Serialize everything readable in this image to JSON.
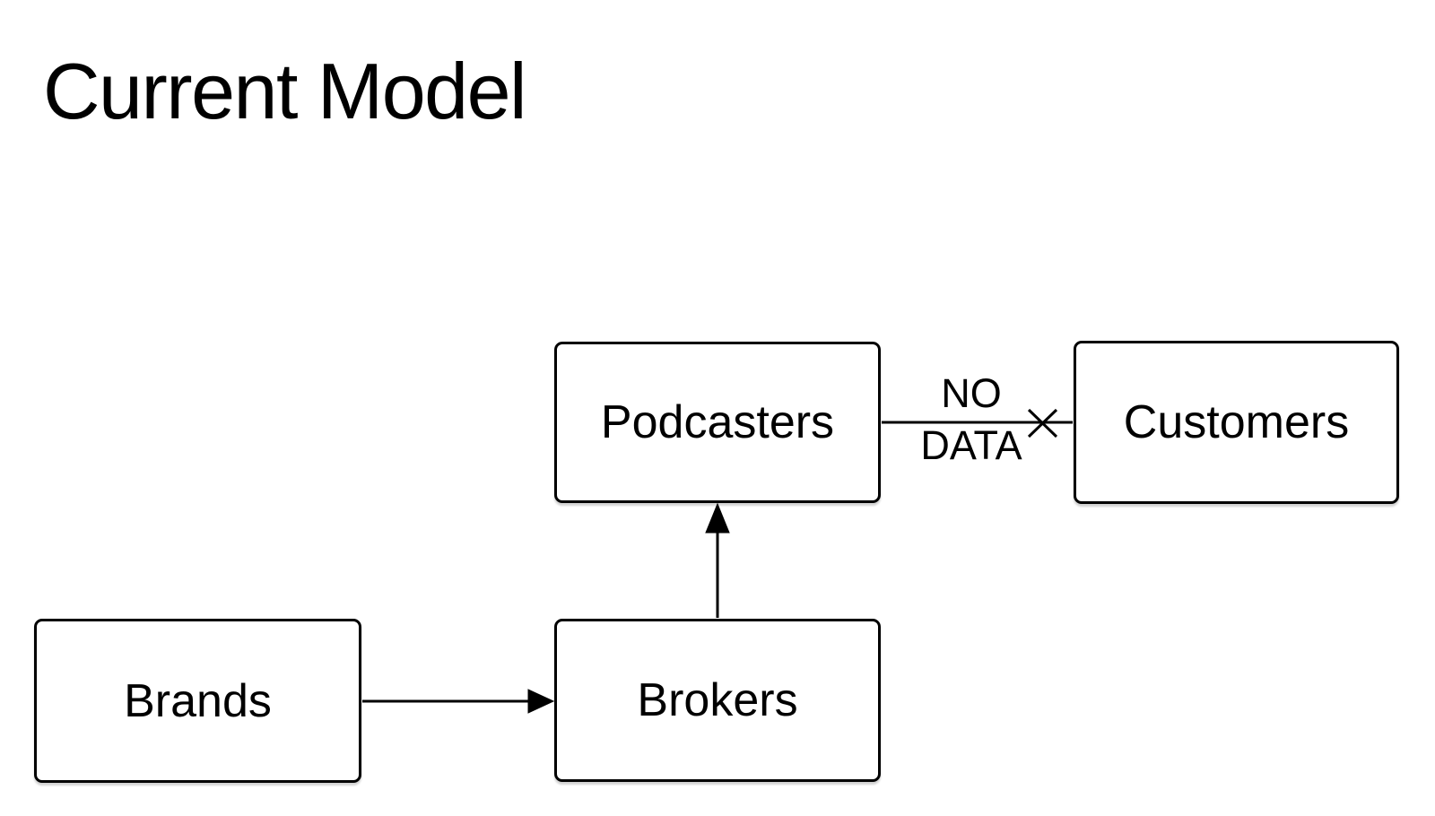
{
  "slide": {
    "title": "Current Model",
    "background_color": "#ffffff",
    "ink_color": "#000000"
  },
  "nodes": {
    "podcasters": {
      "label": "Podcasters"
    },
    "customers": {
      "label": "Customers"
    },
    "brands": {
      "label": "Brands"
    },
    "brokers": {
      "label": "Brokers"
    }
  },
  "edges": {
    "brands_to_brokers": {
      "from": "Brands",
      "to": "Brokers",
      "style": "arrow"
    },
    "brokers_to_podcasters": {
      "from": "Brokers",
      "to": "Podcasters",
      "style": "arrow"
    },
    "podcasters_to_customers": {
      "from": "Podcasters",
      "to": "Customers",
      "style": "blocked-line",
      "label": [
        "NO",
        "DATA"
      ]
    }
  }
}
